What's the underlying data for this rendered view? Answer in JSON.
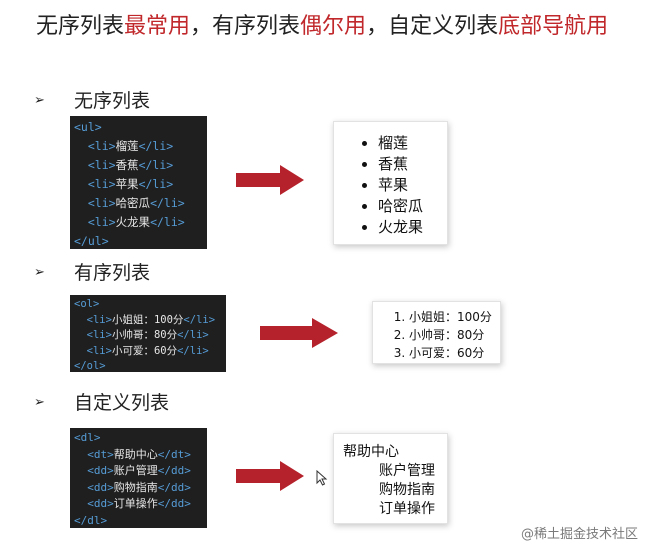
{
  "title": {
    "p1": "无序列表",
    "p2": "最常用",
    "p3": "，有序列表",
    "p4": "偶尔用",
    "p5": "，自定义列表",
    "p6": "底部导航用"
  },
  "accent_color": "#c0282b",
  "section_bullet": "➢",
  "sections": {
    "ul": {
      "heading": "无序列表",
      "code": {
        "open": "<ul>",
        "close": "</ul>",
        "items": [
          "榴莲",
          "香蕉",
          "苹果",
          "哈密瓜",
          "火龙果"
        ],
        "item_open": "<li>",
        "item_close": "</li>"
      },
      "result": [
        "榴莲",
        "香蕉",
        "苹果",
        "哈密瓜",
        "火龙果"
      ]
    },
    "ol": {
      "heading": "有序列表",
      "code": {
        "open": "<ol>",
        "close": "</ol>",
        "items": [
          "小姐姐：100分",
          "小帅哥：80分",
          "小可爱：60分"
        ],
        "item_open": "<li>",
        "item_close": "</li>"
      },
      "result": [
        "小姐姐：100分",
        "小帅哥：80分",
        "小可爱：60分"
      ]
    },
    "dl": {
      "heading": "自定义列表",
      "code": {
        "open": "<dl>",
        "close": "</dl>",
        "dt_open": "<dt>",
        "dt_close": "</dt>",
        "dt": "帮助中心",
        "dd_open": "<dd>",
        "dd_close": "</dd>",
        "dd": [
          "账户管理",
          "购物指南",
          "订单操作"
        ]
      },
      "result": {
        "dt": "帮助中心",
        "dd": [
          "账户管理",
          "购物指南",
          "订单操作"
        ]
      }
    }
  },
  "arrow_color": "#b5222b",
  "watermark": "@稀土掘金技术社区",
  "icons": [
    "arrow-right-icon",
    "mouse-cursor-icon",
    "bullet-arrow-icon"
  ]
}
